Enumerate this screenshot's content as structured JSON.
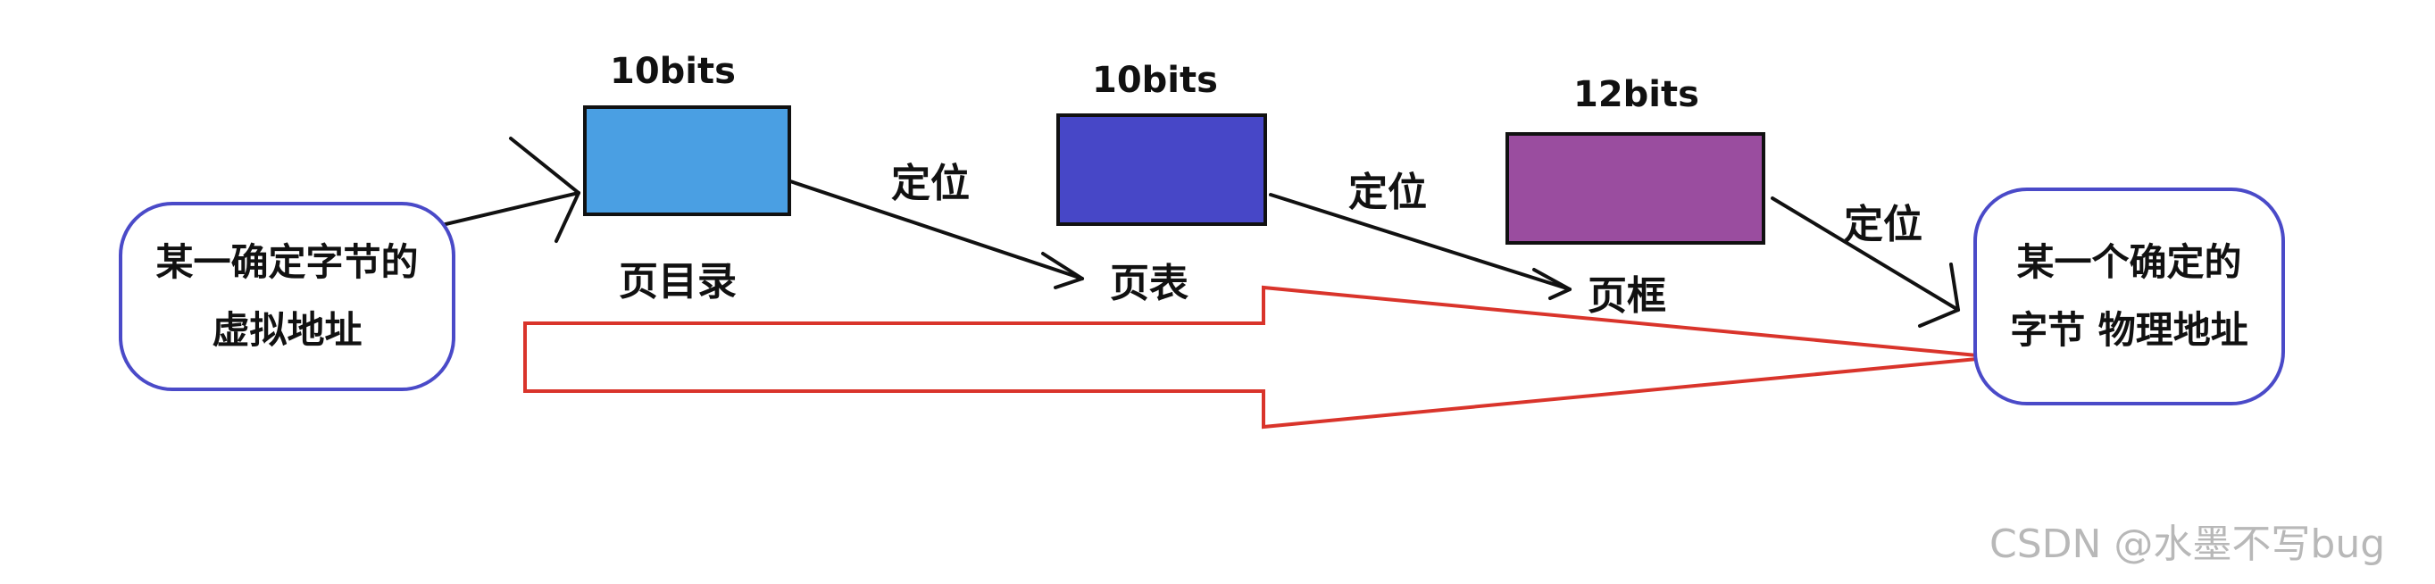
{
  "source": {
    "line1": "某一确定字节的",
    "line2": "虚拟地址"
  },
  "target": {
    "line1": "某一个确定的",
    "line2": "字节 物理地址"
  },
  "fields": [
    {
      "bits": "10bits",
      "name": "页目录",
      "color": "#4a9fe3"
    },
    {
      "bits": "10bits",
      "name": "页表",
      "color": "#4747c7"
    },
    {
      "bits": "12bits",
      "name": "页框",
      "color": "#9a4d9f"
    }
  ],
  "arrows": {
    "locate_1": "定位",
    "locate_2": "定位",
    "locate_3": "定位"
  },
  "colors": {
    "box_border": "#4a4ac8",
    "big_arrow": "#d9342b",
    "line": "#111111"
  },
  "watermark": "CSDN @水墨不写bug"
}
